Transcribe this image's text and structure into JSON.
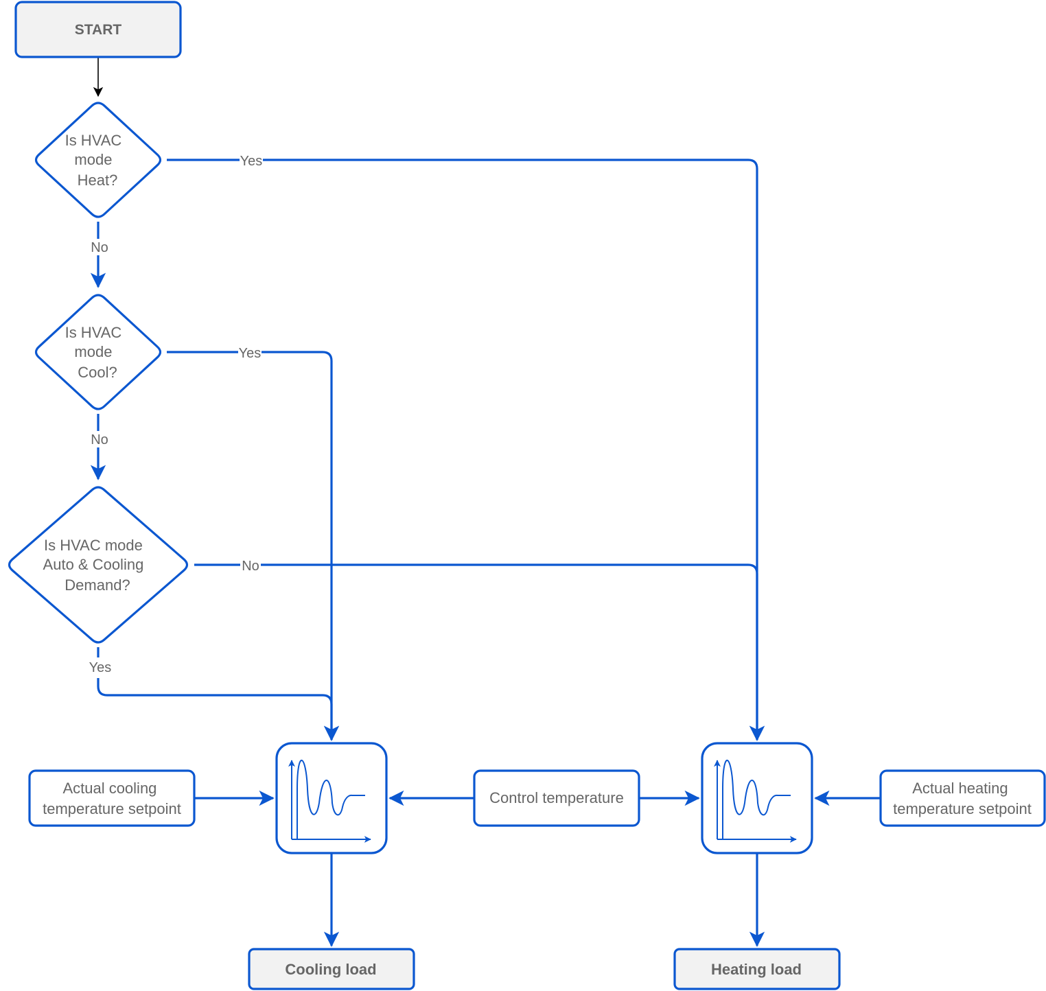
{
  "nodes": {
    "start": "START",
    "decision_heat": [
      "Is HVAC",
      "mode",
      "Heat?"
    ],
    "decision_cool": [
      "Is HVAC",
      "mode",
      "Cool?"
    ],
    "decision_auto": [
      "Is HVAC mode",
      "Auto & Cooling",
      "Demand?"
    ],
    "cooling_setpoint": [
      "Actual cooling",
      "temperature setpoint"
    ],
    "control_temperature": "Control temperature",
    "heating_setpoint": [
      "Actual heating",
      "temperature setpoint"
    ],
    "cooling_load": "Cooling load",
    "heating_load": "Heating load",
    "controller_icon": "pid-response-chart-icon"
  },
  "edge_labels": {
    "heat_yes": "Yes",
    "heat_no": "No",
    "cool_yes": "Yes",
    "cool_no": "No",
    "auto_no": "No",
    "auto_yes": "Yes"
  },
  "colors": {
    "accent": "#0b57d0",
    "text": "#666666",
    "terminal_fill": "#f2f2f2"
  }
}
